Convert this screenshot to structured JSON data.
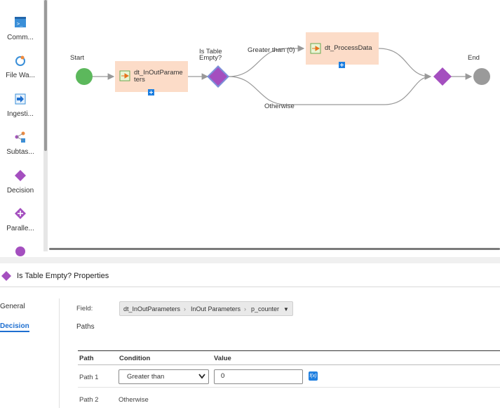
{
  "palette": {
    "items": [
      {
        "label": "Comm...",
        "icon": "command-task-icon"
      },
      {
        "label": "File Wa...",
        "icon": "file-watch-icon"
      },
      {
        "label": "Ingesti...",
        "icon": "ingestion-icon"
      },
      {
        "label": "Subtas...",
        "icon": "subtask-icon"
      },
      {
        "label": "Decision",
        "icon": "decision-icon"
      },
      {
        "label": "Paralle...",
        "icon": "parallel-paths-icon"
      }
    ]
  },
  "canvas": {
    "start_label": "Start",
    "end_label": "End",
    "task1_label_line1": "dt_InOutParame",
    "task1_label_line2": "ters",
    "decision_label_line1": "Is Table",
    "decision_label_line2": "Empty?",
    "branch1_label": "Greater than (0)",
    "branch2_label": "Otherwise",
    "task2_label": "dt_ProcessData"
  },
  "properties": {
    "title": "Is Table Empty? Properties",
    "tabs": [
      "General",
      "Decision"
    ],
    "active_tab": "Decision",
    "field_label": "Field:",
    "field_parts": [
      "dt_InOutParameters",
      "InOut Parameters",
      "p_counter"
    ],
    "paths_label": "Paths",
    "columns": [
      "Path",
      "Condition",
      "Value"
    ],
    "rows": [
      {
        "path": "Path 1",
        "condition": "Greater than",
        "value": "0"
      },
      {
        "path": "Path 2",
        "condition": "Otherwise",
        "value": ""
      }
    ],
    "fx_label": "f(x)"
  },
  "colors": {
    "task_fill": "#fcdcc8",
    "decision": "#a44fbf",
    "start": "#5cb85c",
    "end": "#9a9a9a",
    "accent": "#1e7fe0"
  }
}
